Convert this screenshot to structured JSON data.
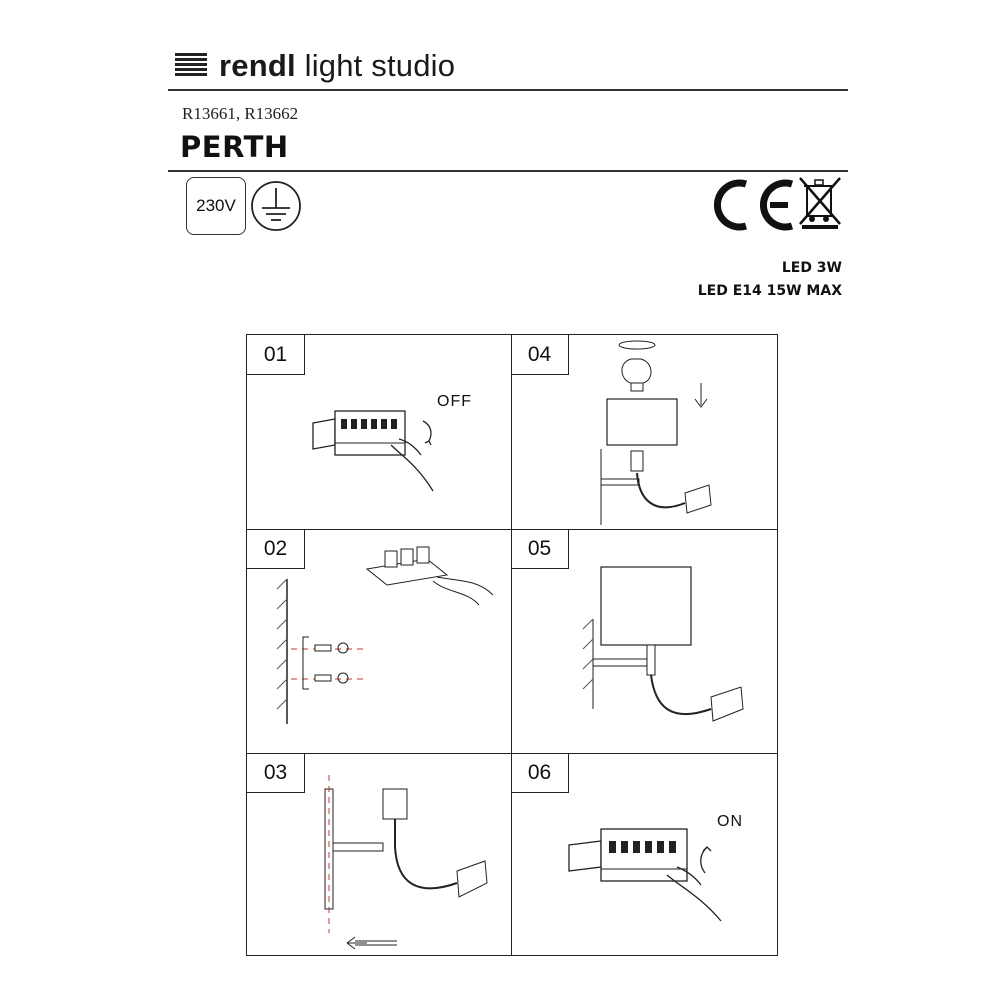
{
  "header": {
    "brand_bold": "rendl",
    "brand_rest": " light studio",
    "product_codes": "R13661, R13662",
    "product_name": "PERTH",
    "voltage": "230V"
  },
  "specs": [
    "LED  3W",
    "LED E14 15W MAX"
  ],
  "steps": [
    {
      "number": "01",
      "label": "OFF"
    },
    {
      "number": "02",
      "label": ""
    },
    {
      "number": "03",
      "label": ""
    },
    {
      "number": "04",
      "label": ""
    },
    {
      "number": "05",
      "label": ""
    },
    {
      "number": "06",
      "label": "ON"
    }
  ],
  "icons": [
    "brand-logo-icon",
    "ground-symbol-icon",
    "ce-mark-icon",
    "weee-bin-icon"
  ]
}
